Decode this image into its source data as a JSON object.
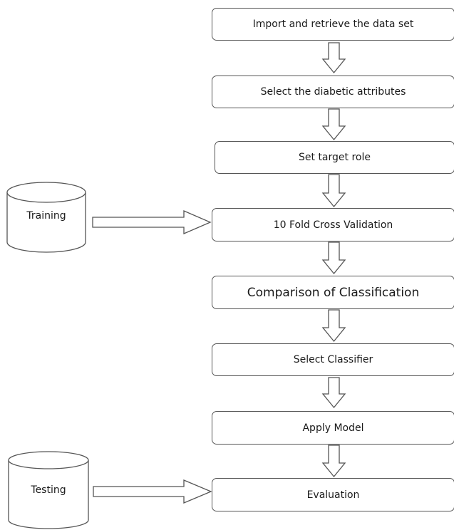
{
  "steps": [
    "Import and retrieve the data set",
    "Select the diabetic attributes",
    "Set target role",
    "10 Fold Cross Validation",
    "Comparison of Classification",
    "Select Classifier",
    "Apply Model",
    "Evaluation"
  ],
  "datasets": {
    "training": "Training",
    "testing": "Testing"
  },
  "colors": {
    "stroke": "#555555",
    "fill": "#ffffff",
    "text": "#1a1a1a"
  }
}
